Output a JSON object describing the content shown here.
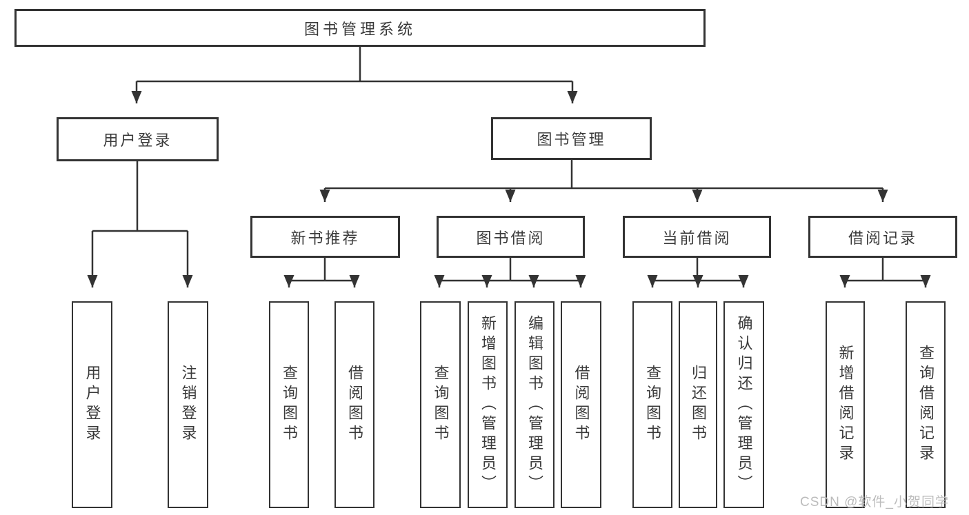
{
  "nodes": {
    "root": "图书管理系统",
    "user_login": "用户登录",
    "book_mgmt": "图书管理",
    "new_book_rec": "新书推荐",
    "book_borrow": "图书借阅",
    "current_borrow": "当前借阅",
    "borrow_record": "借阅记录",
    "ul_login": "用户登录",
    "ul_logout": "注销登录",
    "nb_query_book": "查询图书",
    "nb_borrow_book": "借阅图书",
    "bb_query_book": "查询图书",
    "bb_add_book": "新增图书（管理员）",
    "bb_edit_book": "编辑图书（管理员）",
    "bb_borrow_book": "借阅图书",
    "cb_query_book": "查询图书",
    "cb_return_book": "归还图书",
    "cb_confirm_return": "确认归还（管理员）",
    "br_add_record": "新增借阅记录",
    "br_query_record": "查询借阅记录"
  },
  "watermark": "CSDN @软件_小贺同学",
  "colors": {
    "line": "#333333",
    "text": "#3a3a3a",
    "watermark": "#bcbcbc",
    "background": "#ffffff"
  }
}
